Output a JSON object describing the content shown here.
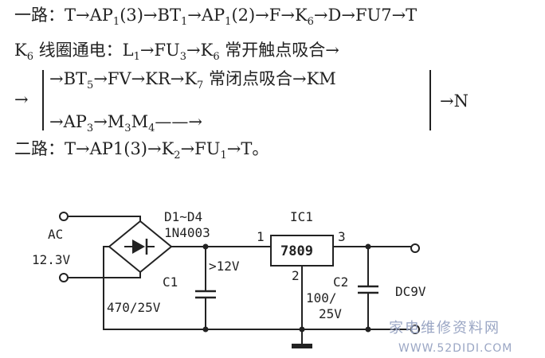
{
  "text": {
    "line1": {
      "lead": "一路：T→AP",
      "s1": "1",
      "p1": "(3)→BT",
      "s2": "1",
      "p2": "→AP",
      "s3": "1",
      "p3": "(2)→F→K",
      "s4": "6",
      "p4": "→D→FU7→T"
    },
    "line2": {
      "lead": "K",
      "s1": "6",
      "p1": " 线圈通电：L",
      "s2": "1",
      "p2": "→FU",
      "s3": "3",
      "p3": "→K",
      "s4": "6",
      "p4": " 常开触点吸合→"
    },
    "branch_in": "→",
    "branch_out": "→N",
    "branch1": {
      "p1": "→BT",
      "s1": "5",
      "p2": "→FV→KR→K",
      "s2": "7",
      "p3": " 常闭点吸合→KM"
    },
    "branch2": {
      "p1": "→AP",
      "s1": "3",
      "p2": "→M",
      "s2": "3",
      "p3": "M",
      "s3": "4",
      "p4": "——→"
    },
    "line5": {
      "lead": "二路：T→AP1(3)→K",
      "s1": "2",
      "p1": "→FU",
      "s2": "1",
      "p2": "→T。"
    }
  },
  "circuit": {
    "ac": "AC",
    "ac_voltage": "12.3V",
    "bridge_name": "D1~D4",
    "bridge_part": "1N4003",
    "ic_name": "IC1",
    "ic_part": "7809",
    "pin1": "1",
    "pin2": "2",
    "pin3": "3",
    "c1_name": "C1",
    "c1_value": "470/25V",
    "voltage_in": ">12V",
    "c2_name": "C2",
    "c2_value_1": "100/",
    "c2_value_2": "25V",
    "dc_out": "DC9V"
  },
  "watermark": {
    "cn": "家电维修资料网",
    "url": "WWW.52DIDI.COM"
  }
}
